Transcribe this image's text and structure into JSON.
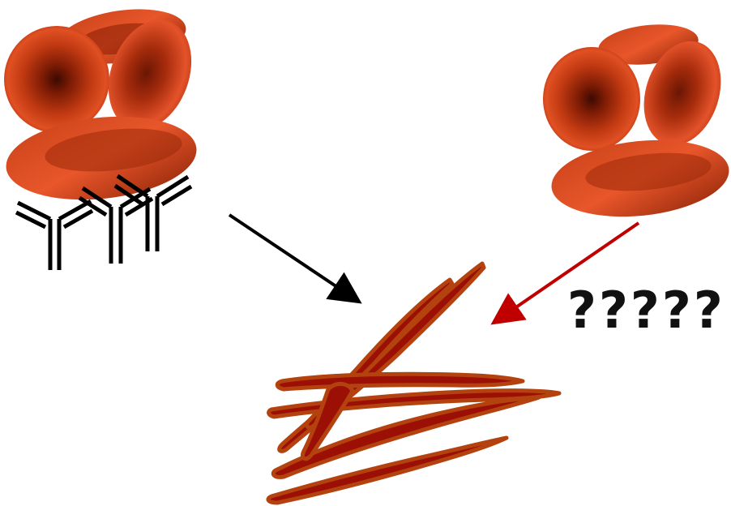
{
  "annotation": {
    "question_text": "?????"
  },
  "colors": {
    "rbc_light": "#e0451c",
    "rbc_dark": "#7a1a05",
    "rbc_center": "#4a0d02",
    "sickle_fill": "#9c0f05",
    "sickle_outline": "#b3420f",
    "antibody": "#000000",
    "arrow_black": "#000000",
    "arrow_red": "#c00000",
    "question": "#111111"
  },
  "elements": {
    "left_cells": "red-blood-cells-with-antibodies",
    "right_cells": "red-blood-cells",
    "target": "sickled-aggregated-cells",
    "antibody_count": 3
  }
}
